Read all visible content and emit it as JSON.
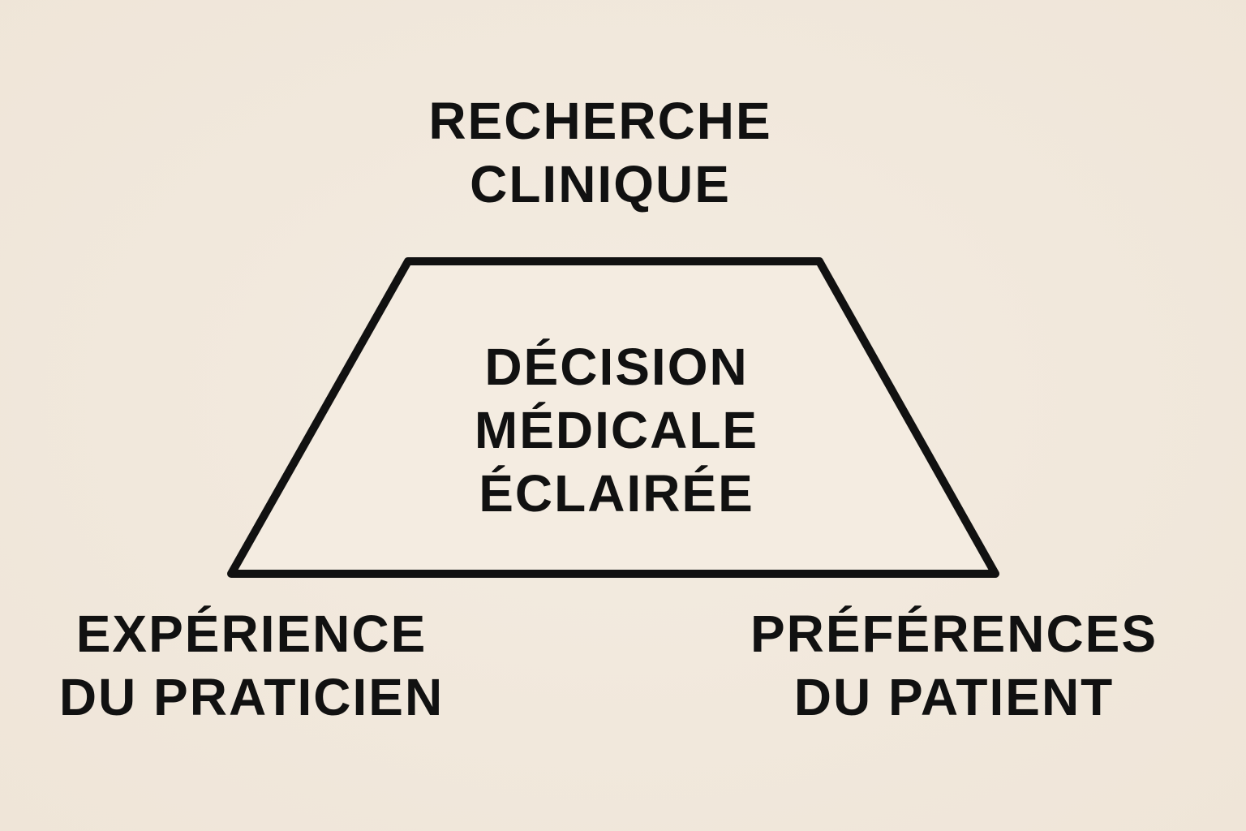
{
  "diagram": {
    "top": {
      "line1": "RECHERCHE",
      "line2": "CLINIQUE"
    },
    "center": {
      "line1": "DÉCISION",
      "line2": "MÉDICALE",
      "line3": "ÉCLAIRÉE"
    },
    "bottom_left": {
      "line1": "EXPÉRIENCE",
      "line2": "DU PRATICIEN"
    },
    "bottom_right": {
      "line1": "PRÉFÉRENCES",
      "line2": "DU PATIENT"
    }
  },
  "colors": {
    "background": "#f1e8dc",
    "ink": "#111111"
  }
}
